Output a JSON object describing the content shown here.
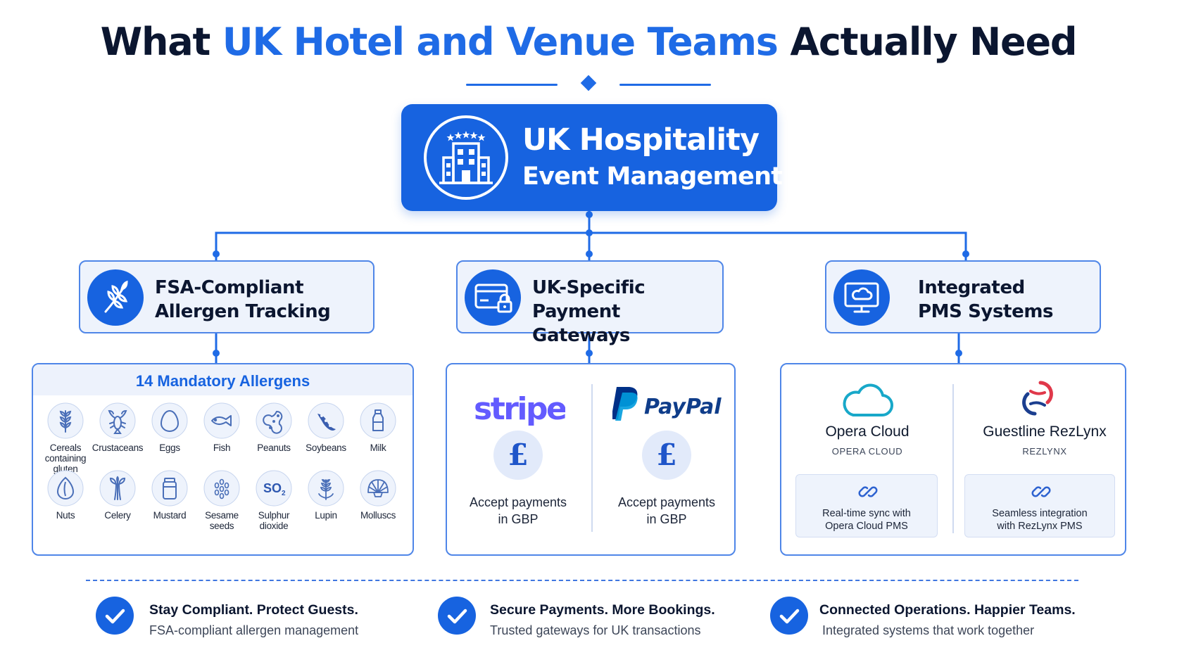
{
  "header": {
    "title_prefix": "What",
    "title_highlight": "UK Hotel and Venue Teams",
    "title_suffix": "Actually Need"
  },
  "root": {
    "title": "UK Hospitality",
    "subtitle": "Event Management",
    "icon": "hotel-building-icon"
  },
  "categories": [
    {
      "label_line1": "FSA-Compliant",
      "label_line2": "Allergen Tracking",
      "icon": "wheat-icon"
    },
    {
      "label_line1": "UK-Specific",
      "label_line2": "Payment Gateways",
      "icon": "card-lock-icon"
    },
    {
      "label_line1": "Integrated",
      "label_line2": "PMS Systems",
      "icon": "cloud-monitor-icon"
    }
  ],
  "allergens": {
    "header": "14 Mandatory Allergens",
    "items": [
      {
        "name": "Cereals containing gluten",
        "icon": "wheat-icon"
      },
      {
        "name": "Crustaceans",
        "icon": "lobster-icon"
      },
      {
        "name": "Eggs",
        "icon": "egg-icon"
      },
      {
        "name": "Fish",
        "icon": "fish-icon"
      },
      {
        "name": "Peanuts",
        "icon": "peanut-icon"
      },
      {
        "name": "Soybeans",
        "icon": "soybean-icon"
      },
      {
        "name": "Milk",
        "icon": "milk-bottle-icon"
      },
      {
        "name": "Nuts",
        "icon": "almond-icon"
      },
      {
        "name": "Celery",
        "icon": "celery-icon"
      },
      {
        "name": "Mustard",
        "icon": "mustard-jar-icon"
      },
      {
        "name": "Sesame seeds",
        "icon": "sesame-icon"
      },
      {
        "name": "Sulphur dioxide",
        "icon": "so2-icon",
        "symbol": "SO",
        "symbol_sub": "2"
      },
      {
        "name": "Lupin",
        "icon": "lupin-icon"
      },
      {
        "name": "Molluscs",
        "icon": "shell-icon"
      }
    ]
  },
  "payments": [
    {
      "brand": "stripe",
      "text_line1": "Accept payments",
      "text_line2": "in GBP",
      "currency": "£"
    },
    {
      "brand": "PayPal",
      "text_line1": "Accept payments",
      "text_line2": "in GBP",
      "currency": "£"
    }
  ],
  "pms": [
    {
      "name": "Opera Cloud",
      "sub": "OPERA CLOUD",
      "sync_line1": "Real-time sync with",
      "sync_line2": "Opera Cloud PMS",
      "icon": "cloud-outline-icon"
    },
    {
      "name": "Guestline RezLynx",
      "sub": "REZLYNX",
      "sync_line1": "Seamless integration",
      "sync_line2": "with RezLynx PMS",
      "icon": "rezlynx-logo-icon"
    }
  ],
  "benefits": [
    {
      "title": "Stay Compliant. Protect Guests.",
      "text": "FSA-compliant allergen management"
    },
    {
      "title": "Secure Payments. More Bookings.",
      "text": "Trusted gateways for UK transactions"
    },
    {
      "title": "Connected Operations. Happier Teams.",
      "text": "Integrated systems that work together"
    }
  ],
  "colors": {
    "primary": "#1763e0",
    "accent_text": "#1f6be6",
    "border": "#4f86e8",
    "stripe": "#635bff",
    "paypal_dark": "#003087",
    "paypal_light": "#009cde"
  }
}
